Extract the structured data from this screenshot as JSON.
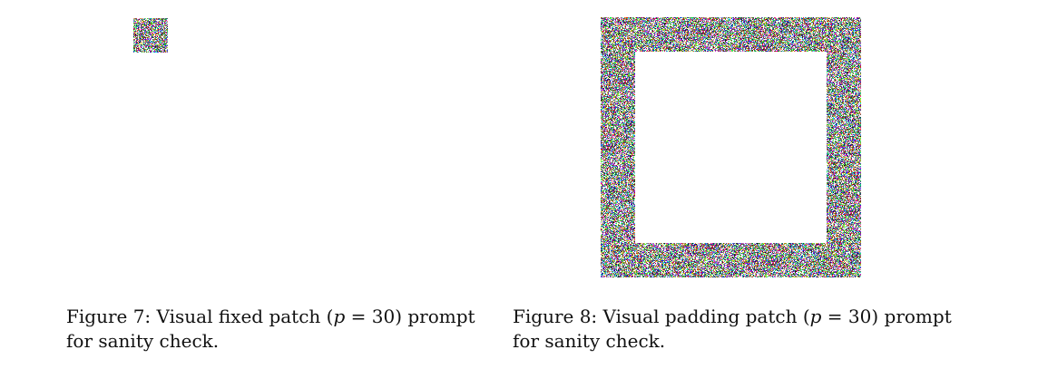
{
  "figures": [
    {
      "id": "fig7",
      "caption": {
        "line1_before": "Figure 7:  Visual fixed patch (",
        "math_var": "p",
        "line1_after": " = 30) prompt",
        "line2": "for sanity check."
      },
      "image": {
        "kind": "fixed-patch",
        "description_hidden": false
      }
    },
    {
      "id": "fig8",
      "caption": {
        "line1_before": "Figure 8:  Visual padding patch (",
        "math_var": "p",
        "line1_after": " = 30) prompt",
        "line2": "for sanity check."
      },
      "image": {
        "kind": "padding-patch"
      }
    }
  ],
  "colors": {
    "background": "#ffffff",
    "text": "#111111"
  }
}
